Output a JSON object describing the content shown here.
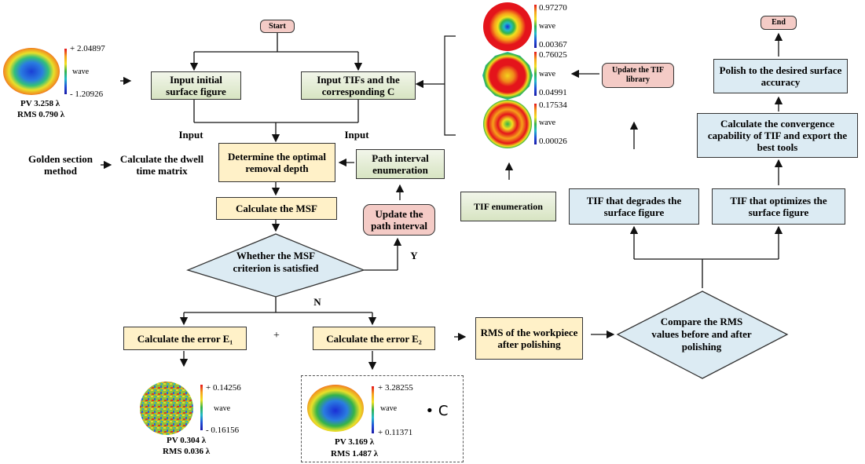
{
  "nodes": {
    "start": "Start",
    "end": "End",
    "input_initial": "Input initial surface figure",
    "input_tifs": "Input TIFs and  the corresponding  C",
    "input_label_1": "Input",
    "input_label_2": "Input",
    "golden_section": "Golden section method",
    "dwell_time": "Calculate the dwell time matrix",
    "optimal_depth": "Determine the optimal removal depth",
    "path_interval": "Path interval enumeration",
    "calc_msf": "Calculate the MSF",
    "update_path": "Update the path interval",
    "msf_criterion": "Whether the MSF criterion is satisfied",
    "yes": "Y",
    "no": "N",
    "error_e1": "Calculate the error E₁",
    "plus": "+",
    "error_e2": "Calculate the error  E₂",
    "rms_workpiece": "RMS of the workpiece after polishing",
    "compare_rms": "Compare the RMS values before and after polishing",
    "tif_enum": "TIF enumeration",
    "update_tif_library": "Update the TIF library",
    "tif_degrades": "TIF that degrades the surface figure",
    "tif_optimizes": "TIF that optimizes the surface figure",
    "convergence": "Calculate the convergence capability of TIF and export the best tools",
    "polish": "Polish to the desired surface accuracy",
    "dot_c": "•  C"
  },
  "maps": {
    "initial": {
      "max": "+ 2.04897",
      "min": "- 1.20926",
      "unit": "wave",
      "pv": "PV 3.258 λ",
      "rms": "RMS 0.790 λ"
    },
    "tif1": {
      "max": "0.97270",
      "min": "0.00367",
      "unit": "wave"
    },
    "tif2": {
      "max": "0.76025",
      "min": "0.04991",
      "unit": "wave"
    },
    "tif3": {
      "max": "0.17534",
      "min": "0.00026",
      "unit": "wave"
    },
    "e1": {
      "max": "+ 0.14256",
      "min": "- 0.16156",
      "unit": "wave",
      "pv": "PV 0.304 λ",
      "rms": "RMS 0.036 λ"
    },
    "e2": {
      "max": "+ 3.28255",
      "min": "+ 0.11371",
      "unit": "wave",
      "pv": "PV 3.169 λ",
      "rms": "RMS 1.487 λ"
    }
  },
  "colors": {
    "green": "#d7e4c2",
    "yellow": "#fff1c8",
    "blue": "#dcebf3",
    "pink": "#f4cbc6",
    "diamond": "#dcebf3"
  }
}
